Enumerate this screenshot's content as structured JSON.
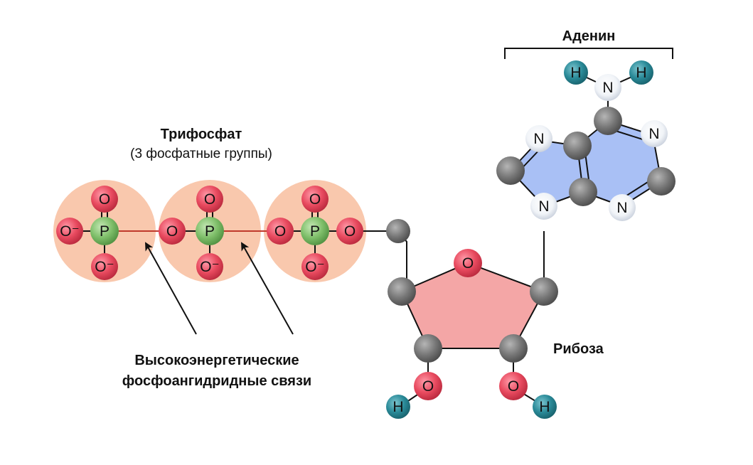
{
  "labels": {
    "triphosphate_title": "Трифосфат",
    "triphosphate_sub": "(3 фосфатные группы)",
    "adenine": "Аденин",
    "ribose": "Рибоза",
    "bonds_line1": "Высокоэнергетические",
    "bonds_line2": "фосфоангидридные связи"
  },
  "atoms": {
    "oxygen": "O",
    "oxygen_ion": "O⁻",
    "phosphorus": "P",
    "nitrogen": "N",
    "hydrogen": "H"
  },
  "colors": {
    "phosphate_halo": "#f9c8ad",
    "oxygen": "#e84a5f",
    "phosphorus": "#7fbf6a",
    "carbon": "#777777",
    "nitrogen": "#dfe6f0",
    "hydrogen": "#2a8a98",
    "ribose_fill": "#f4a6a6",
    "adenine_fill": "#a9c0f5",
    "anhydride_bond": "#c0392b"
  }
}
